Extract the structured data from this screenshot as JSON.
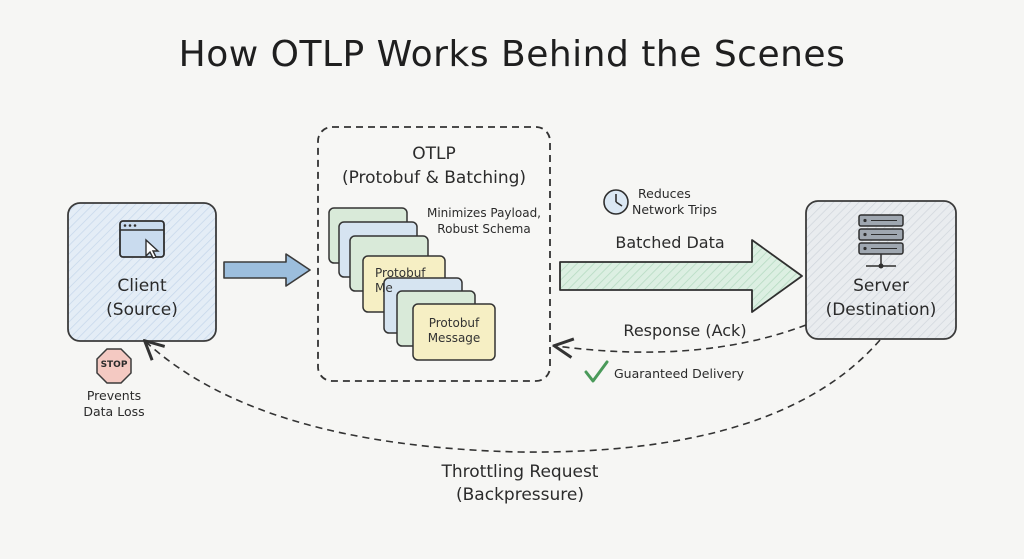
{
  "title": "How OTLP Works Behind the Scenes",
  "client": {
    "line1": "Client",
    "line2": "(Source)"
  },
  "otlp": {
    "line1": "OTLP",
    "line2": "(Protobuf & Batching)",
    "note_line1": "Minimizes Payload,",
    "note_line2": "Robust Schema",
    "card_back_line1": "Protobuf",
    "card_back_line2": "Me",
    "card_front_line1": "Protobuf",
    "card_front_line2": "Message"
  },
  "server": {
    "line1": "Server",
    "line2": "(Destination)"
  },
  "batched": {
    "label": "Batched Data",
    "note_line1": "Reduces",
    "note_line2": "Network Trips"
  },
  "response": {
    "label": "Response (Ack)",
    "note": "Guaranteed Delivery"
  },
  "stop": {
    "sign": "STOP",
    "note_line1": "Prevents",
    "note_line2": "Data Loss"
  },
  "throttle": {
    "line1": "Throttling Request",
    "line2": "(Backpressure)"
  },
  "colors": {
    "client_fill": "#dde8f3",
    "server_fill": "#e4e8ec",
    "batch_arrow": "#cfe6d7",
    "client_arrow": "#9cbedd",
    "card_green": "#d9ead9",
    "card_blue": "#d6e4f1",
    "card_yellow": "#f6efc4",
    "stop_fill": "#f4c9c2",
    "check_green": "#4a9a5a"
  }
}
